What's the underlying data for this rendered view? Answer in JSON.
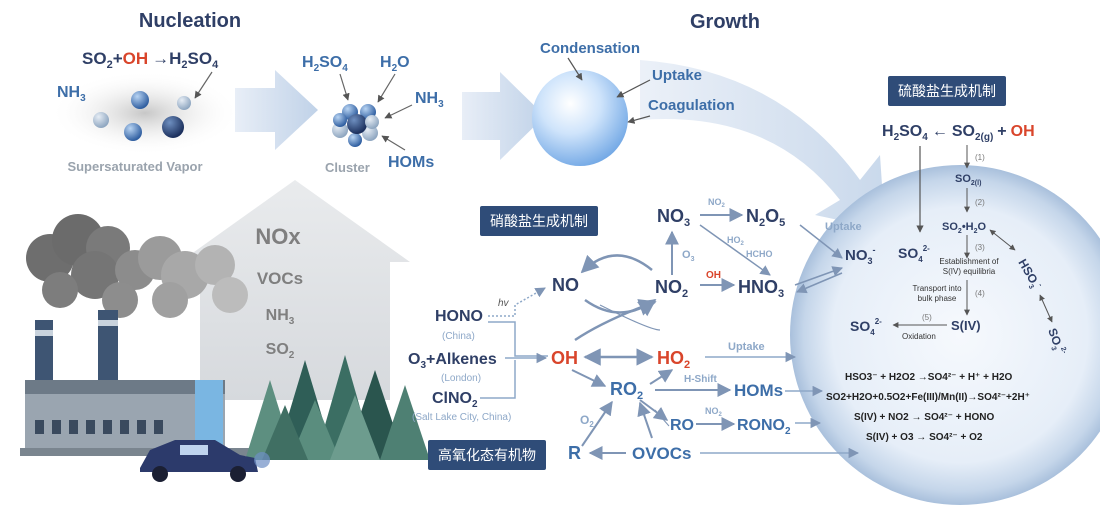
{
  "titles": {
    "nucleation": "Nucleation",
    "growth": "Growth"
  },
  "nucleation": {
    "so2": "SO",
    "so2_sub": "2",
    "plus": "+",
    "oh": "OH",
    "arrow": "→",
    "h2so4": "H",
    "h2so4_sub1": "2",
    "h2so4_tail": "SO",
    "h2so4_sub2": "4",
    "nh3": "NH",
    "nh3_sub": "3",
    "vapor_label": "Supersaturated Vapor",
    "cluster_label": "Cluster",
    "cl_h2so4": "H",
    "cl_h2so4_sub1": "2",
    "cl_h2so4_tail": "SO",
    "cl_h2so4_sub2": "4",
    "cl_h2o": "H",
    "cl_h2o_sub": "2",
    "cl_h2o_tail": "O",
    "cl_nh3": "NH",
    "cl_nh3_sub": "3",
    "cl_homs": "HOMs"
  },
  "growth": {
    "condensation": "Condensation",
    "uptake": "Uptake",
    "coagulation": "Coagulation"
  },
  "sources": {
    "nox": "NOx",
    "vocs": "VOCs",
    "nh3": "NH",
    "nh3_sub": "3",
    "so2": "SO",
    "so2_sub": "2"
  },
  "labels": {
    "sulfate": "硫酸盐生成机制",
    "nitrate": "硝酸盐生成机制",
    "homs": "高氧化态有机物"
  },
  "sulfate": {
    "h2so4": "H",
    "h2so4_sub1": "2",
    "h2so4_mid": "SO",
    "h2so4_sub2": "4",
    "arrow": "←",
    "so2g": "SO",
    "so2g_sub": "2(g)",
    "plus": "+",
    "oh": "OH",
    "so2l": "SO",
    "so2l_sub": "2(l)",
    "so2h2o": "SO",
    "so2h2o_sub": "2",
    "so2h2o_tail": "•H",
    "so2h2o_sub2": "2",
    "so2h2o_tail2": "O",
    "so4": "SO",
    "so4_sub": "4",
    "so4_sup": "2-",
    "hso3": "HSO",
    "hso3_sub": "3",
    "hso3_sup": "-",
    "so3": "SO",
    "so3_sub": "3",
    "so3_sup": "2-",
    "siv": "S(IV)",
    "so4b": "SO",
    "so4b_sub": "4",
    "so4b_sup": "2-",
    "step1": "(1)",
    "step2": "(2)",
    "step3": "(3)",
    "step4": "(4)",
    "step5": "(5)",
    "equil1": "Establishment of",
    "equil2": "S(IV) equilibria",
    "transport1": "Transport into",
    "transport2": "bulk phase",
    "oxidation": "Oxidation",
    "rxn1": "HSO3⁻ + H2O2 →SO4²⁻ + H⁺ + H2O",
    "rxn2": "SO2+H2O+0.5O2+Fe(III)/Mn(II)→SO4²⁻+2H⁺",
    "rxn3": "S(IV) + NO2 → SO4²⁻ + HONO",
    "rxn4": "S(IV) + O3 → SO4²⁻ + O2"
  },
  "nitrate": {
    "no3": "NO",
    "no3_sub": "3",
    "n2o5": "N",
    "n2o5_sub1": "2",
    "n2o5_tail": "O",
    "n2o5_sub2": "5",
    "no2_small": "NO",
    "no2_small_sub": "2",
    "o3": "O",
    "o3_sub": "3",
    "ho2hcho": "HO",
    "ho2hcho_sub": "2",
    "hcho": "HCHO",
    "no": "NO",
    "no2": "NO",
    "no2_sub": "2",
    "oh": "OH",
    "hno3": "HNO",
    "hno3_sub": "3",
    "uptake": "Uptake",
    "no3m": "NO",
    "no3m_sub": "3",
    "no3m_sup": "-"
  },
  "radicals": {
    "hono": "HONO",
    "hono_loc": "(China)",
    "hv": "hv",
    "o3alk": "O",
    "o3alk_sub": "3",
    "o3alk_tail": "+Alkenes",
    "o3alk_loc": "(London)",
    "clno2": "ClNO",
    "clno2_sub": "2",
    "clno2_loc": "(Salt Lake City, China)",
    "oh": "OH",
    "ho2": "HO",
    "ho2_sub": "2",
    "uptake": "Uptake",
    "ro2": "RO",
    "ro2_sub": "2",
    "hshift": "H-Shift",
    "homs": "HOMs",
    "o2": "O",
    "o2_sub": "2",
    "ro": "RO",
    "no2": "NO",
    "no2_sub": "2",
    "rono2": "RONO",
    "rono2_sub": "2",
    "r": "R",
    "ovocs": "OVOCs"
  }
}
